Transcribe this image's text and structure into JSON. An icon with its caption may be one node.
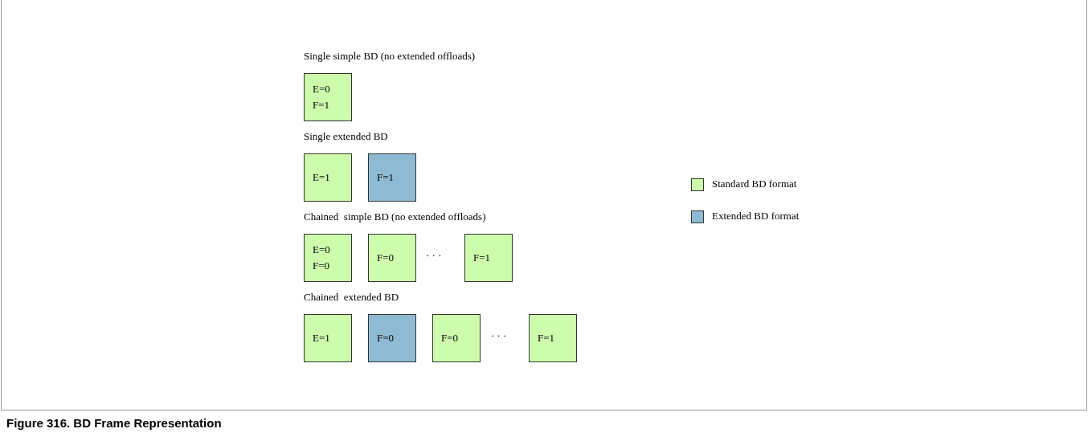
{
  "diagram": {
    "caption": "Figure 316. BD Frame Representation",
    "nodes": [
      {
        "text": [
          "E=0 F=1"
        ]
      },
      {
        "text": [
          "E=1"
        ]
      },
      {
        "text": [
          "F=1"
        ]
      },
      {
        "text": [
          "E=0 F=0"
        ]
      },
      {
        "text": [
          "F=0"
        ]
      },
      {
        "text": [
          "F=1"
        ]
      },
      {
        "text": [
          "E=1"
        ]
      },
      {
        "text": [
          "F=0"
        ]
      },
      {
        "text": [
          "F=0"
        ]
      },
      {
        "text": [
          "F=1"
        ]
      }
    ],
    "labels": [
      "Single simple BD (no extended offloads)",
      "Single extended BD",
      "Chained  simple BD (no extended offloads)",
      "· · ·",
      "Chained  extended BD",
      "· · ·"
    ],
    "legend": [
      {
        "text": "Standard BD format",
        "color": "#ccfcac"
      },
      {
        "text": "Extended BD format",
        "color": "#8fbad3"
      }
    ]
  }
}
